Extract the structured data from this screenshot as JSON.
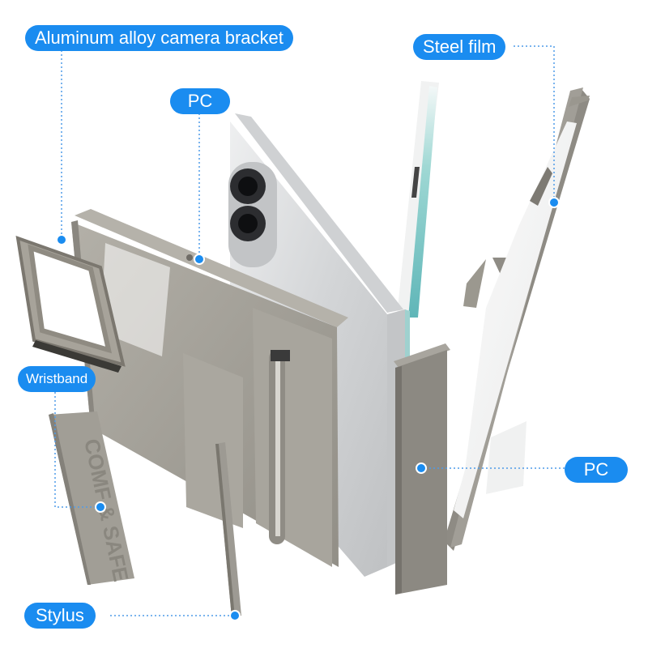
{
  "callouts": {
    "aluminum_bracket": "Aluminum alloy camera bracket",
    "pc_top": "PC",
    "steel_film": "Steel film",
    "wristband": "Wristband",
    "pc_right": "PC",
    "stylus": "Stylus"
  },
  "wristband_print": "COMF & SAFE",
  "colors": {
    "callout_blue": "#1a8cf0",
    "case_gray": "#a09d95",
    "case_dark": "#7d7a73",
    "phone_silver": "#d6d8da",
    "screen_teal": "#6cc3c0"
  }
}
